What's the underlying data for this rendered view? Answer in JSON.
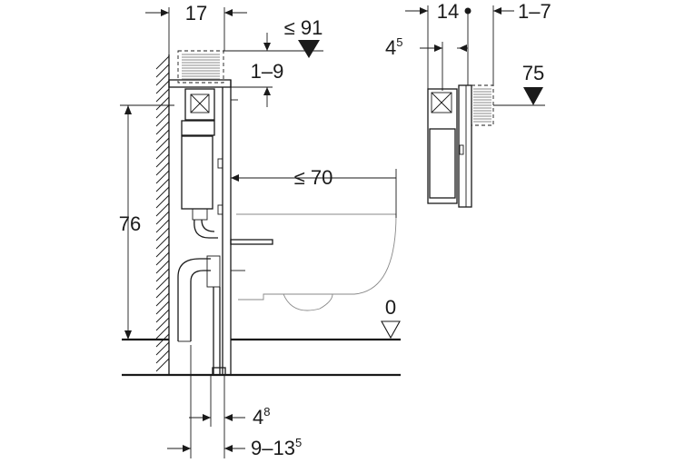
{
  "dimensions": {
    "top_width": "17",
    "max_top": "≤ 91",
    "gap_top": "1–9",
    "left_height": "76",
    "max_depth": "≤ 70",
    "floor_zero": "0",
    "bottom_a": "4",
    "bottom_a_sup": "8",
    "bottom_b": "9–13",
    "bottom_b_sup": "5",
    "side_14": "14",
    "side_1_7": "1–7",
    "side_4": "4",
    "side_4_sup": "5",
    "side_75": "75"
  }
}
